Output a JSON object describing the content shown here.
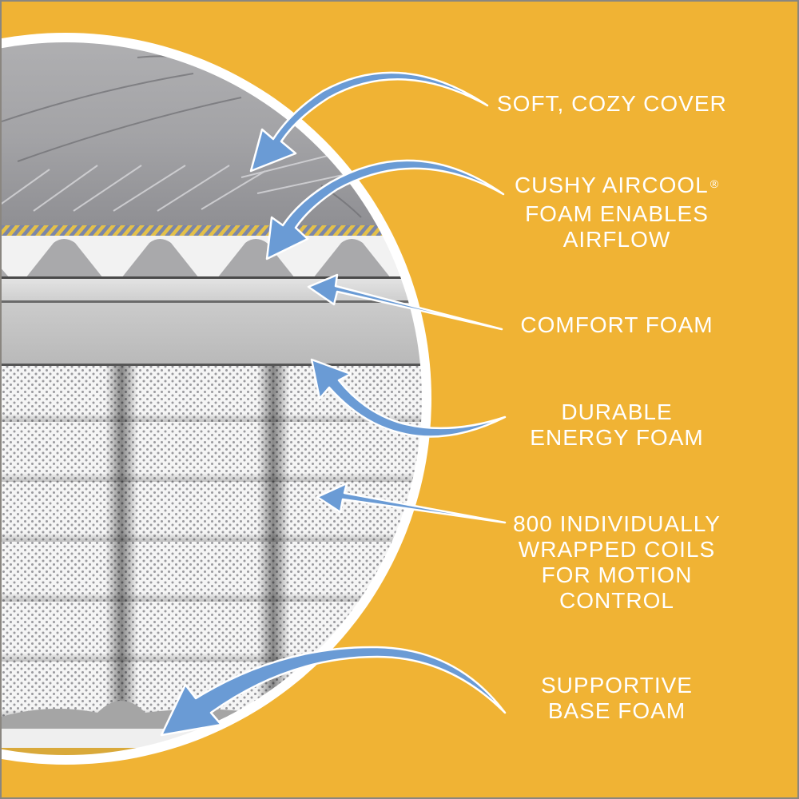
{
  "colors": {
    "background": "#f0b334",
    "border": "#8a8680",
    "ring": "#ffffff",
    "arrow": "#6a9bd5",
    "label_text": "#ffffff",
    "cover_gray": "#a8a8aa",
    "foam_light": "#e9e9e9",
    "foam_mid": "#c9c9c9",
    "coil_white": "#f4f4f4",
    "rope_yellow": "#e3c04a",
    "rope_blue": "#7b86a8"
  },
  "labels": [
    {
      "id": "cover",
      "lines": [
        "SOFT, COZY COVER"
      ]
    },
    {
      "id": "aircool",
      "lines": [
        "CUSHY AIRCOOL",
        "FOAM ENABLES",
        "AIRFLOW"
      ],
      "mark": "®"
    },
    {
      "id": "comfort",
      "lines": [
        "COMFORT FOAM"
      ]
    },
    {
      "id": "durable",
      "lines": [
        "DURABLE",
        "ENERGY FOAM"
      ]
    },
    {
      "id": "coils",
      "lines": [
        "800 INDIVIDUALLY",
        "WRAPPED COILS",
        "FOR MOTION",
        "CONTROL"
      ]
    },
    {
      "id": "base",
      "lines": [
        "SUPPORTIVE",
        "BASE FOAM"
      ]
    }
  ],
  "diagram": {
    "subject": "mattress cross-section",
    "layers": [
      "Soft, cozy cover",
      "Cushy AirCool foam",
      "Comfort foam",
      "Durable energy foam",
      "Individually wrapped coils",
      "Supportive base foam"
    ],
    "coil_count": "800"
  }
}
